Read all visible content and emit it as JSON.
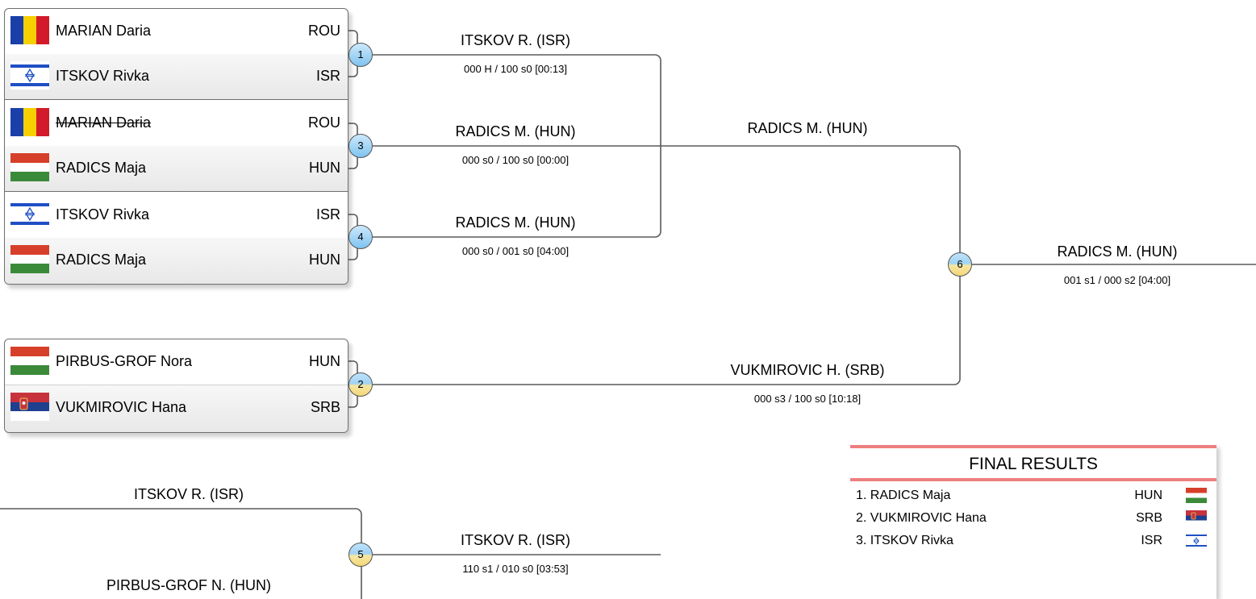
{
  "pools": [
    {
      "entries": [
        {
          "name": "MARIAN Daria",
          "nation": "ROU",
          "flag": "romania-flag"
        },
        {
          "name": "ITSKOV Rivka",
          "nation": "ISR",
          "flag": "israel-flag"
        },
        {
          "name": "MARIAN Daria",
          "nation": "ROU",
          "flag": "romania-flag",
          "struck": true
        },
        {
          "name": "RADICS Maja",
          "nation": "HUN",
          "flag": "hungary-flag"
        },
        {
          "name": "ITSKOV Rivka",
          "nation": "ISR",
          "flag": "israel-flag"
        },
        {
          "name": "RADICS Maja",
          "nation": "HUN",
          "flag": "hungary-flag"
        }
      ]
    },
    {
      "entries": [
        {
          "name": "PIRBUS-GROF Nora",
          "nation": "HUN",
          "flag": "hungary-flag"
        },
        {
          "name": "VUKMIROVIC Hana",
          "nation": "SRB",
          "flag": "serbia-flag"
        }
      ]
    }
  ],
  "matches": [
    {
      "number": "1",
      "winner": "ITSKOV R. (ISR)",
      "score": "000 H / 100 s0 [00:13]"
    },
    {
      "number": "3",
      "winner": "RADICS M. (HUN)",
      "score": "000 s0 / 100 s0 [00:00]"
    },
    {
      "number": "4",
      "winner": "RADICS M. (HUN)",
      "score": "000 s0 / 001 s0 [04:00]"
    },
    {
      "number": "2",
      "winner": "VUKMIROVIC H. (SRB)",
      "score": "000 s3 / 100 s0 [10:18]"
    },
    {
      "number": "6",
      "winner": "RADICS M. (HUN)",
      "score": "001 s1 / 000 s2 [04:00]"
    },
    {
      "number": "5",
      "winner": "ITSKOV R. (ISR)",
      "score": "110 s1 / 010 s0 [03:53]"
    }
  ],
  "pool_winner_label": "RADICS M. (HUN)",
  "repechage": {
    "top_player": "ITSKOV R. (ISR)",
    "bottom_player": "PIRBUS-GROF N. (HUN)"
  },
  "final_results": {
    "title": "FINAL RESULTS",
    "rows": [
      {
        "rank_name": "1. RADICS Maja",
        "nation": "HUN",
        "flag": "hungary-flag"
      },
      {
        "rank_name": "2. VUKMIROVIC Hana",
        "nation": "SRB",
        "flag": "serbia-flag"
      },
      {
        "rank_name": "3. ITSKOV Rivka",
        "nation": "ISR",
        "flag": "israel-flag"
      }
    ]
  },
  "colors": {
    "line": "#5a5a5a",
    "circle_blue": "#8cc9f2",
    "circle_yellow": "#f3d778",
    "final_accent": "#ee7f7f"
  }
}
